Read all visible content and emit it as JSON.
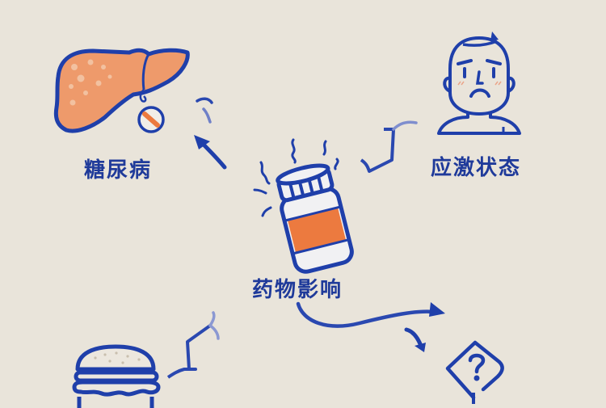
{
  "colors": {
    "background": "#E9E4DA",
    "ink": "#1F3FAA",
    "accent_orange": "#EA8A5A",
    "liver_fill": "#EE9A6B",
    "label_orange": "#EC7A3F",
    "bottle_fill": "#F1F1F3"
  },
  "nodes": [
    {
      "id": "diabetes",
      "label": "糖尿病",
      "icon": "liver-icon"
    },
    {
      "id": "stress",
      "label": "应激状态",
      "icon": "worried-face-icon"
    },
    {
      "id": "medication",
      "label": "药物影响",
      "icon": "pill-bottle-icon"
    },
    {
      "id": "diet",
      "label": "",
      "icon": "burger-icon"
    },
    {
      "id": "unknown",
      "label": "",
      "icon": "question-sign-icon"
    }
  ],
  "connectors": [
    {
      "from": "medication",
      "to": "diabetes",
      "icon": "curved-arrow-icon"
    },
    {
      "from": "medication",
      "to": "stress",
      "icon": "zigzag-line-icon"
    },
    {
      "from": "medication",
      "to": "diet",
      "icon": "zigzag-line-icon"
    },
    {
      "from": "medication",
      "to": "unknown",
      "icon": "wavy-arrow-icon"
    }
  ]
}
